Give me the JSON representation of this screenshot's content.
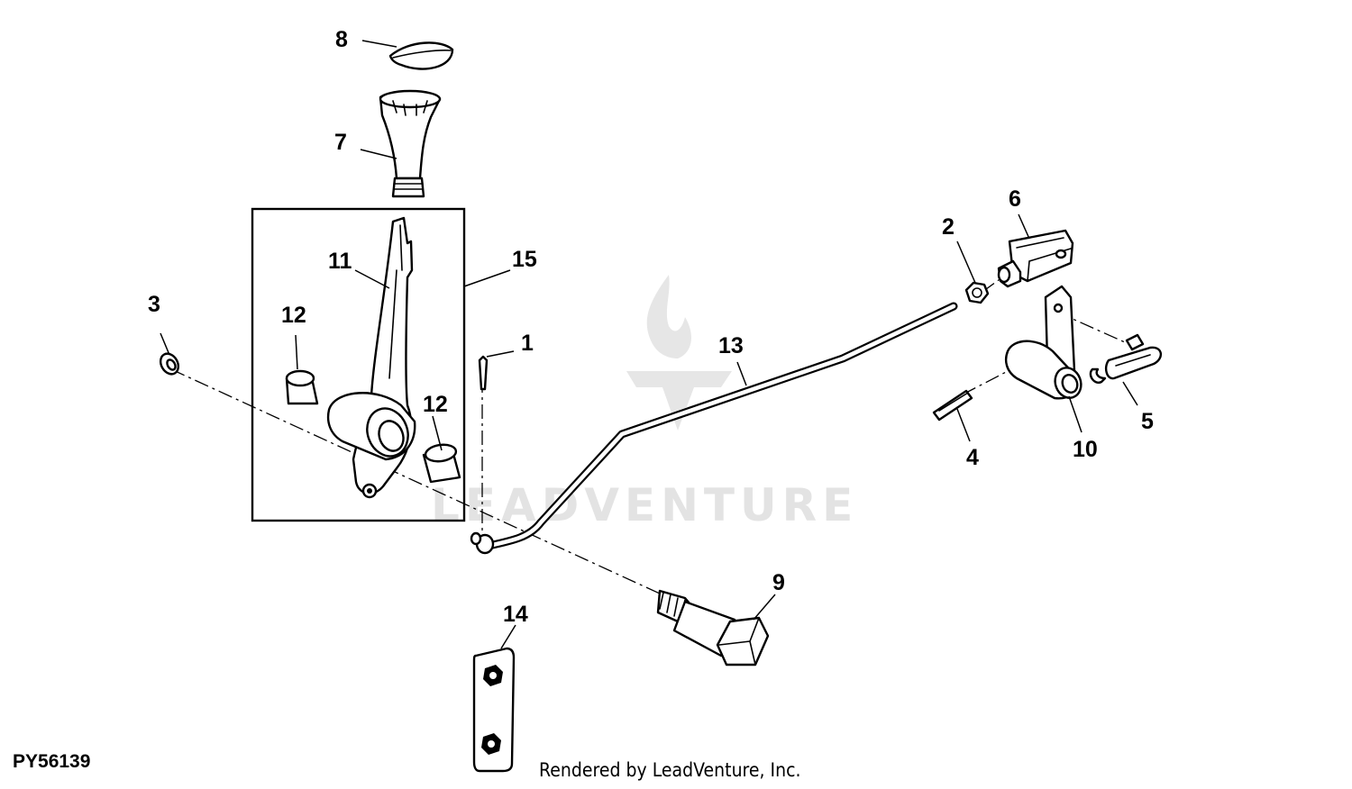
{
  "figure_id": "PY56139",
  "render_credit": "Rendered by LeadVenture, Inc.",
  "watermark": "LEADVENTURE",
  "callouts": {
    "c1": "1",
    "c2": "2",
    "c3": "3",
    "c4": "4",
    "c5": "5",
    "c6": "6",
    "c7": "7",
    "c8": "8",
    "c9": "9",
    "c10": "10",
    "c11": "11",
    "c12a": "12",
    "c12b": "12",
    "c13": "13",
    "c14": "14",
    "c15": "15"
  },
  "colors": {
    "line": "#000000",
    "watermark": "#e3e3e3",
    "background": "#ffffff"
  }
}
